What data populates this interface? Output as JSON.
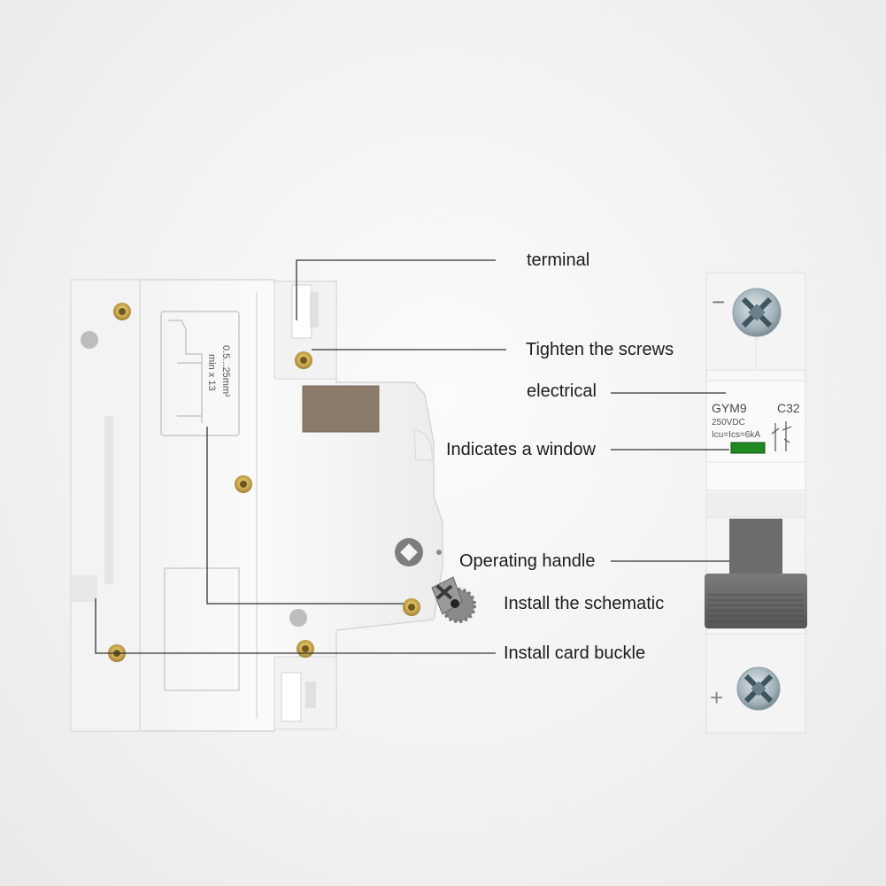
{
  "callouts": {
    "terminal": "terminal",
    "tighten_screws": "Tighten the screws",
    "electrical": "electrical",
    "window": "Indicates a window",
    "handle": "Operating handle",
    "schematic": "Install the schematic",
    "card_buckle": "Install card buckle"
  },
  "front_label": {
    "model": "GYM9",
    "rating": "C32",
    "voltage": "250VDC",
    "breaking": "Icu=Ics=6kA",
    "minus": "−",
    "plus": "+"
  },
  "side_label": {
    "wire_range": "0.5...25mm²",
    "strip_length": "min x 13"
  },
  "colors": {
    "body": "#f6f6f6",
    "body_shadow": "#e2e2e2",
    "brass": "#c9a54a",
    "handle": "#6b6b6b",
    "window": "#1f8a1f",
    "label_patch": "#8a7b6a"
  }
}
